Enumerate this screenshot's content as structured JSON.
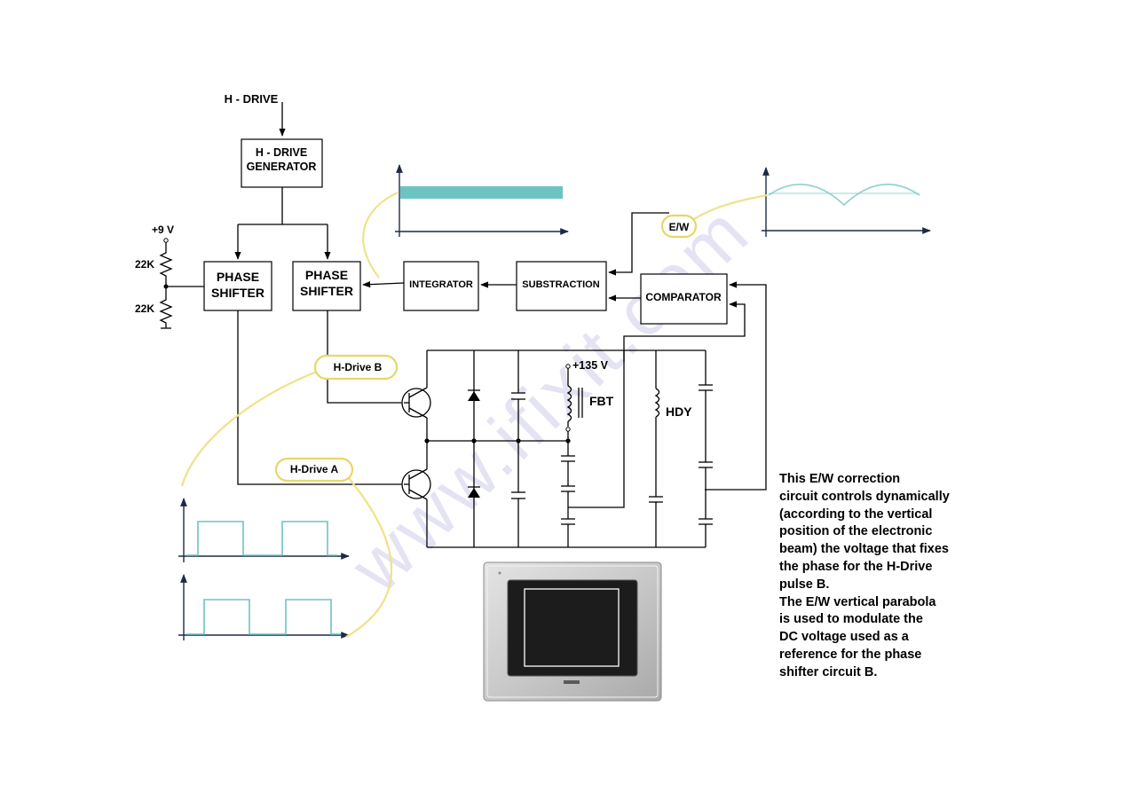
{
  "blocks": {
    "h_drive_input": "H - DRIVE",
    "h_drive_gen_line1": "H - DRIVE",
    "h_drive_gen_line2": "GENERATOR",
    "phase_shifter_a_line1": "PHASE",
    "phase_shifter_a_line2": "SHIFTER",
    "phase_shifter_b_line1": "PHASE",
    "phase_shifter_b_line2": "SHIFTER",
    "integrator": "INTEGRATOR",
    "substraction": "SUBSTRACTION",
    "comparator": "COMPARATOR"
  },
  "components": {
    "supply_9v": "+9 V",
    "resistor_top": "22K",
    "resistor_bottom": "22K",
    "supply_135v": "+135 V",
    "fbt": "FBT",
    "hdy": "HDY"
  },
  "callouts": {
    "h_drive_b": "H-Drive B",
    "h_drive_a": "H-Drive A",
    "ew": "E/W"
  },
  "description": [
    "This E/W correction",
    "circuit controls dynamically",
    "(according to the vertical",
    "position of the electronic",
    "beam) the voltage that fixes",
    "the phase for the H-Drive",
    "pulse B.",
    "The E/W vertical parabola",
    "is used to modulate the",
    "DC voltage used as a",
    "reference for the phase",
    "shifter circuit  B."
  ],
  "colors": {
    "waveform": "#6cc4c2",
    "axis": "#1f2a44",
    "callout_border": "#e8d66a",
    "watermark": "#2d25a8"
  }
}
